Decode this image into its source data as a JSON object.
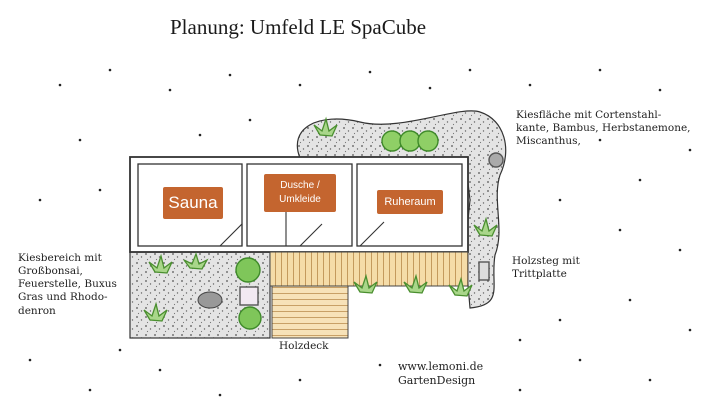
{
  "title": "Planung: Umfeld LE SpaCube",
  "rooms": {
    "sauna": "Sauna",
    "dusche": "Dusche /\nUmkleide",
    "ruhe": "Ruheraum"
  },
  "labels": {
    "kies_east": "Kiesfläche mit Cortenstahl-\nkante, Bambus, Herbstanemone,\nMiscanthus,",
    "kies_west": "Kiesbereich mit\nGroßbonsai,\nFeuerstelle, Buxus\nGras und Rhodo-\ndenron",
    "holzsteg": "Holzsteg mit\nTrittplatte",
    "holzdeck": "Holzdeck",
    "credit": "www.lemoni.de\nGartenDesign"
  },
  "colors": {
    "room_label": "#c4652f",
    "deck": "#f3d8a6",
    "gravel": "#dcdcdc",
    "plant": "#5aa13a"
  }
}
